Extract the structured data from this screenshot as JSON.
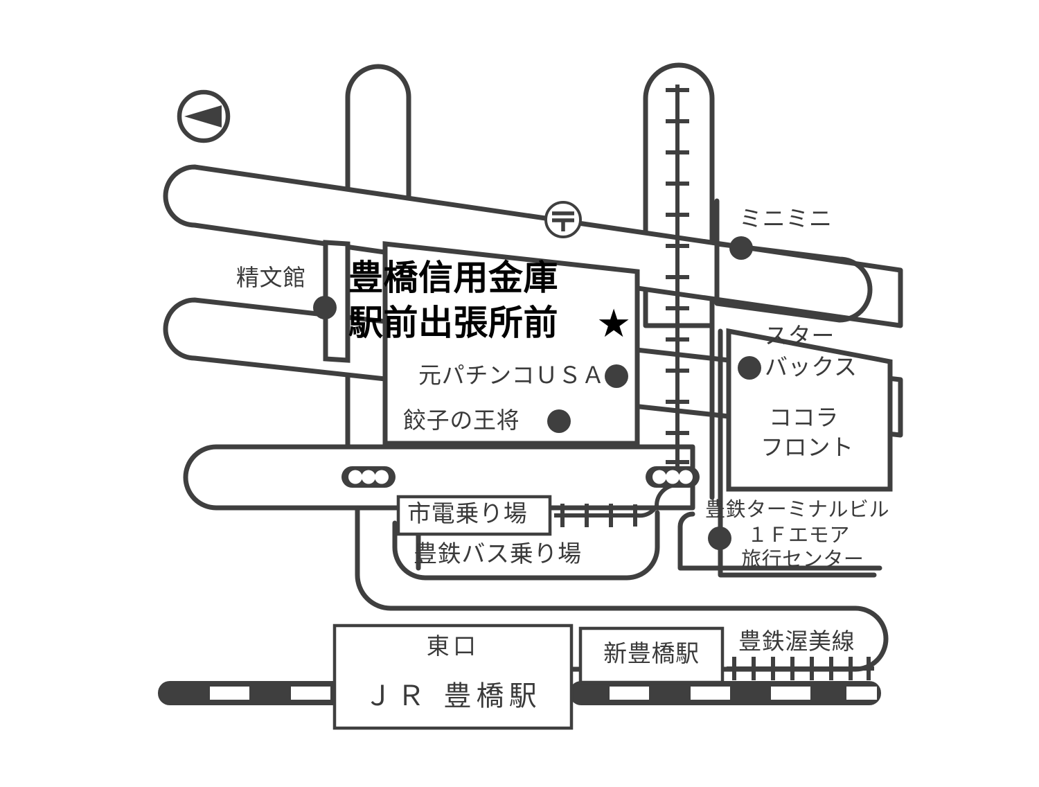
{
  "map": {
    "title_label": "豊橋信用金庫\n駅前出張所前",
    "star_glyph": "★",
    "compass": {
      "name": "north-arrow",
      "direction": "west-pointing-needle"
    },
    "post_office": {
      "icon": "post-office-icon",
      "glyph": "〒"
    }
  },
  "labels": {
    "main_line1": "豊橋信用金庫",
    "main_line2": "駅前出張所前",
    "star": "★",
    "seibunkan": "精文館",
    "pachinko_usa": "元パチンコＵＳＡ",
    "gyoza_no_osho": "餃子の王将",
    "minimini": "ミニミニ",
    "starbucks_line1": "スター",
    "starbucks_line2": "バックス",
    "cocola_line1": "ココラ",
    "cocola_line2": "フロント",
    "toyotetsu_terminal_line1": "豊鉄ターミナルビル",
    "toyotetsu_terminal_line2": "１Ｆエモア",
    "toyotetsu_terminal_line3": "旅行センター",
    "shiden_noriba": "市電乗り場",
    "toyotetsu_bus_noriba": "豊鉄バス乗り場",
    "higashiguchi": "東口",
    "jr_toyohashi_sta": "ＪＲ 豊橋駅",
    "shin_toyohashi_sta": "新豊橋駅",
    "toyotetsu_atsumi_line": "豊鉄渥美線"
  },
  "markers": {
    "poi_dot": "●",
    "signal_name": "pedestrian-signal-icon",
    "signal_lamp_count": 3
  },
  "colors": {
    "ink": "#3f3f3f",
    "text": "#3a3a3a",
    "bold_text": "#000000",
    "paper": "#ffffff"
  }
}
